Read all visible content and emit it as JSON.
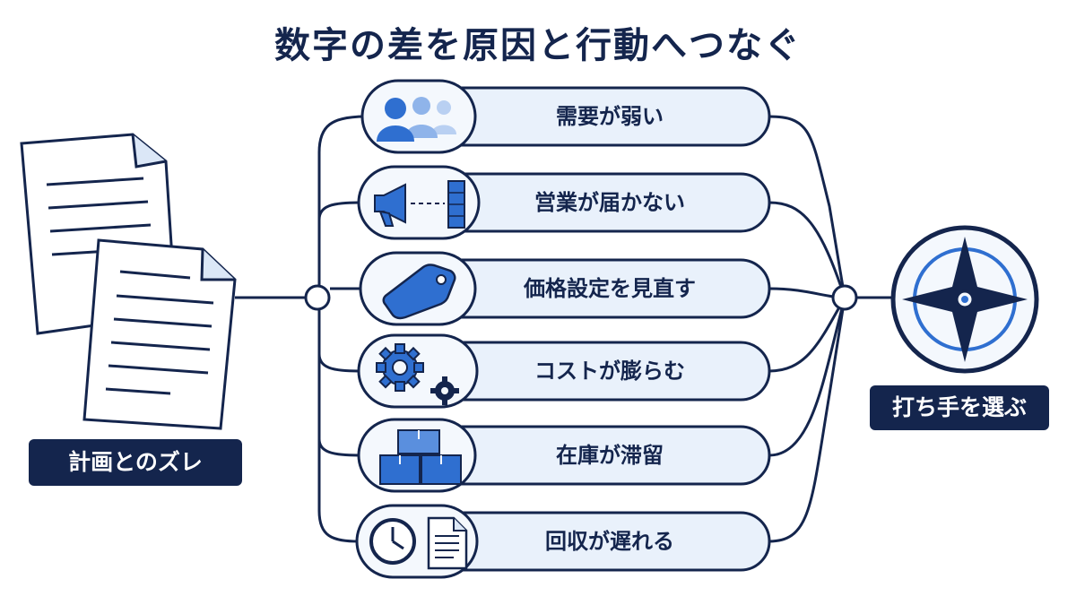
{
  "title": "数字の差を原因と行動へつなぐ",
  "left_label": "計画とのズレ",
  "right_label": "打ち手を選ぶ",
  "causes": [
    {
      "label": "需要が弱い",
      "icon": "people-icon"
    },
    {
      "label": "営業が届かない",
      "icon": "megaphone-icon"
    },
    {
      "label": "価格設定を見直す",
      "icon": "price-tag-icon"
    },
    {
      "label": "コストが膨らむ",
      "icon": "gears-icon"
    },
    {
      "label": "在庫が滞留",
      "icon": "boxes-icon"
    },
    {
      "label": "回収が遅れる",
      "icon": "clock-document-icon"
    }
  ],
  "colors": {
    "navy": "#14254d",
    "blue": "#2f6fd0",
    "light_blue": "#8fb4ea",
    "pill_fill": "#e9f1fb",
    "icon_bg": "#f4f8fd"
  }
}
